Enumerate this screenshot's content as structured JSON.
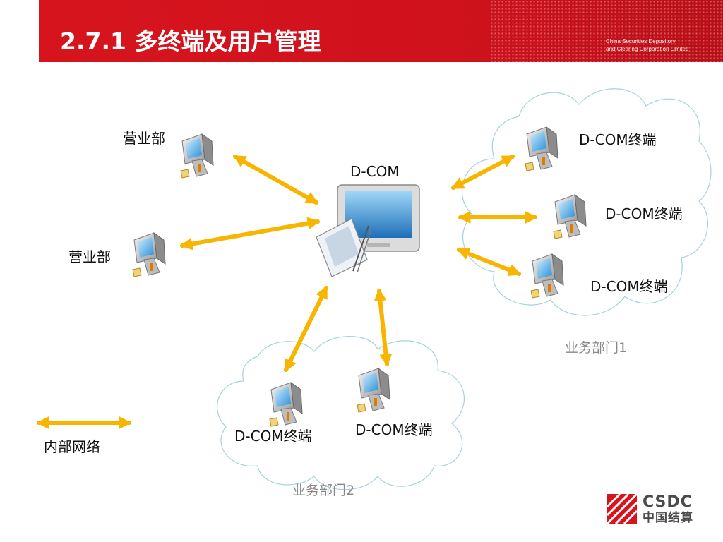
{
  "slide": {
    "title": "2.7.1 多终端及用户管理",
    "org_line1": "China Securities Depository",
    "org_line2": "and Clearing Corporation Limited"
  },
  "nodes": {
    "center": "D-COM",
    "branch_top": "营业部",
    "branch_mid": "营业部",
    "dept1_t1": "D-COM终端",
    "dept1_t2": "D-COM终端",
    "dept1_t3": "D-COM终端",
    "dept2_t1": "D-COM终端",
    "dept2_t2": "D-COM终端"
  },
  "groups": {
    "dept1": "业务部门1",
    "dept2": "业务部门2"
  },
  "legend": {
    "label": "内部网络"
  },
  "logo": {
    "en": "CSDC",
    "cn": "中国结算"
  },
  "colors": {
    "header_red": "#d6141e",
    "arrow_yellow": "#f7b500",
    "cloud_outline": "#a6d3db"
  }
}
